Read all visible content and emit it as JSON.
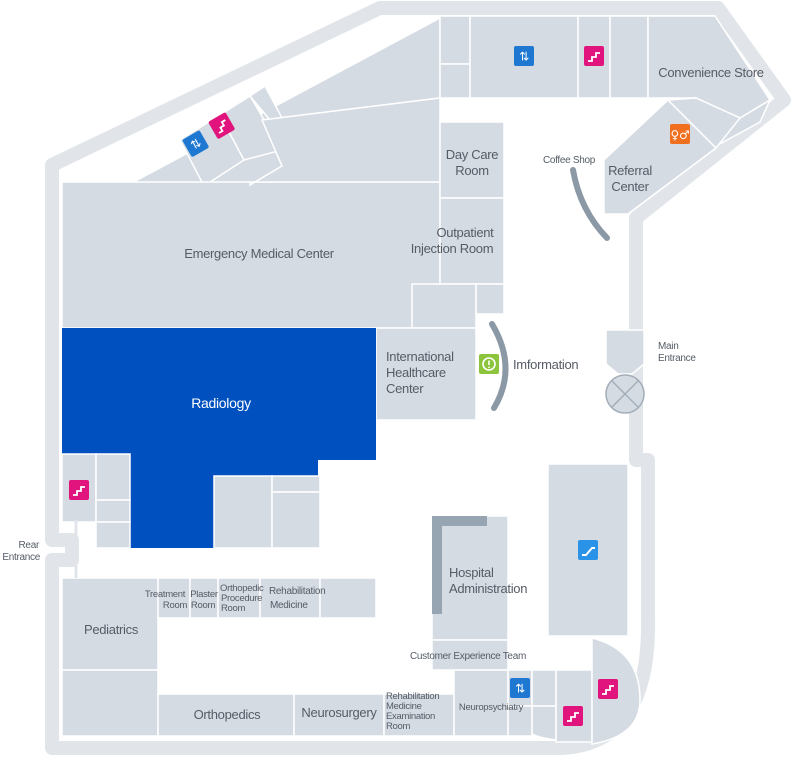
{
  "colors": {
    "room": "#d5dbe3",
    "highlight": "#0050c0",
    "wall": "#e1e5ea",
    "elevator": "#1e78d2",
    "stairs": "#e0147c",
    "restroom": "#f07020",
    "info": "#8cc43c",
    "escalator": "#2a93e8",
    "arc": "#8b98a6"
  },
  "icons": {
    "elevator": "elevator-icon",
    "stairs": "stairs-icon",
    "restroom": "restroom-icon",
    "info": "information-icon",
    "escalator": "escalator-icon"
  },
  "rooms": {
    "emergency": "Emergency Medical Center",
    "radiology": "Radiology",
    "day_care": [
      "Day Care",
      "Room"
    ],
    "outpatient": [
      "Outpatient",
      "Injection Room"
    ],
    "international": [
      "International",
      "Healthcare",
      "Center"
    ],
    "convenience": "Convenience Store",
    "referral": [
      "Referral",
      "Center"
    ],
    "pediatrics": "Pediatrics",
    "treatment": [
      "Treatment",
      "Room"
    ],
    "plaster": [
      "Plaster",
      "Room"
    ],
    "ortho_proc": [
      "Orthopedic",
      "Procedure",
      "Room"
    ],
    "rehab": [
      "Rehabilitation",
      "Medicine"
    ],
    "orthopedics": "Orthopedics",
    "neurosurgery": "Neurosurgery",
    "rehab_exam": [
      "Rehabilitation",
      "Medicine",
      "Examination",
      "Room"
    ],
    "neuropsychiatry": "Neuropsychiatry",
    "hospital_admin": [
      "Hospital",
      "Administration"
    ],
    "customer": "Customer Experience Team"
  },
  "landmarks": {
    "coffee_shop": "Coffee Shop",
    "information": "Imformation",
    "main_entrance": [
      "Main",
      "Entrance"
    ],
    "rear_entrance": [
      "Rear",
      "Entrance"
    ]
  }
}
